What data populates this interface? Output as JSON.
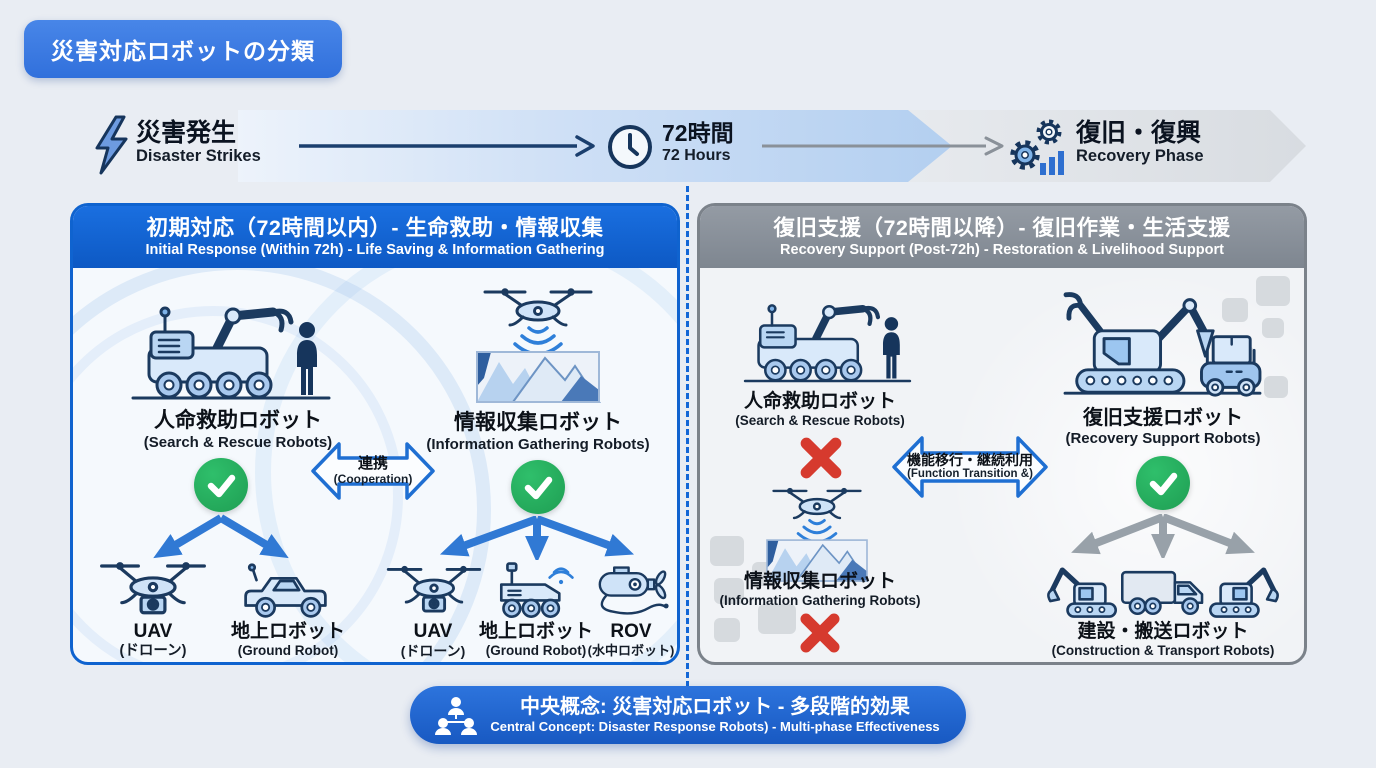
{
  "badge": {
    "label": "災害対応ロボットの分類"
  },
  "timeline": {
    "disaster": {
      "title": "災害発生",
      "subtitle": "Disaster Strikes",
      "icon": "lightning-icon"
    },
    "hours": {
      "title": "72時間",
      "subtitle": "72 Hours",
      "icon": "clock-icon"
    },
    "recovery": {
      "title": "復旧・復興",
      "subtitle": "Recovery Phase",
      "icon": "gears-chart-icon"
    }
  },
  "initial_panel": {
    "title": "初期対応（72時間以内）- 生命救助・情報収集",
    "subtitle": "Initial Response (Within 72h) - Life Saving & Information Gathering",
    "rescue": {
      "title": "人命救助ロボット",
      "subtitle": "(Search & Rescue Robots)",
      "status": "available",
      "icon": "rescue-robot-icon"
    },
    "info": {
      "title": "情報収集ロボット",
      "subtitle": "(Information Gathering Robots)",
      "status": "available",
      "icon": "drone-mapping-icon"
    },
    "cooperation": {
      "title": "連携",
      "subtitle": "(Cooperation)"
    },
    "rescue_children": [
      {
        "title": "UAV",
        "subtitle": "(ドローン)",
        "icon": "drone-icon"
      },
      {
        "title": "地上ロボット",
        "subtitle": "(Ground Robot)",
        "icon": "ground-robot-icon"
      }
    ],
    "info_children": [
      {
        "title": "UAV",
        "subtitle": "(ドローン)",
        "icon": "drone-icon"
      },
      {
        "title": "地上ロボット",
        "subtitle": "(Ground Robot)",
        "icon": "rover-icon"
      },
      {
        "title": "ROV",
        "subtitle": "(水中ロボット)",
        "icon": "rov-icon"
      }
    ]
  },
  "recovery_panel": {
    "title": "復旧支援（72時間以降）- 復旧作業・生活支援",
    "subtitle": "Recovery Support (Post-72h) - Restoration & Livelihood Support",
    "rescue": {
      "title": "人命救助ロボット",
      "subtitle": "(Search & Rescue Robots)",
      "status": "unavailable",
      "icon": "rescue-robot-icon"
    },
    "info": {
      "title": "情報収集ロボット",
      "subtitle": "(Information Gathering Robots)",
      "status": "unavailable",
      "icon": "drone-mapping-icon"
    },
    "transition": {
      "title": "機能移行・継続利用",
      "subtitle": "(Function Transition &)"
    },
    "support": {
      "title": "復旧支援ロボット",
      "subtitle": "(Recovery Support Robots)",
      "status": "available",
      "icon": "excavator-cart-icon"
    },
    "support_children": {
      "title": "建設・搬送ロボット",
      "subtitle": "(Construction & Transport Robots)",
      "icons": [
        "excavator-icon",
        "cargo-truck-icon",
        "excavator-icon"
      ]
    }
  },
  "footer": {
    "title": "中央概念: 災害対応ロボット - 多段階的効果",
    "subtitle": "Central Concept: Disaster Response Robots) - Multi-phase Effectiveness",
    "icon": "people-group-icon"
  },
  "colors": {
    "accent_blue": "#1566d8",
    "panel_gray": "#868d95",
    "check_green": "#23a95c",
    "cross_red": "#d63a2e",
    "arrow_blue": "#3079d4",
    "arrow_gray": "#98a1a9",
    "badge_blue": "#3a7be0",
    "band_blue": "#b3cff0",
    "band_gray": "#dcdfe3",
    "background": "#e9edf3"
  },
  "icons": {
    "lightning-icon": "⚡",
    "clock-icon": "🕓",
    "gears-chart-icon": "⚙",
    "check-icon": "✓",
    "cross-icon": "✕",
    "cooperation-arrow": "⇄",
    "people-group-icon": "👥"
  }
}
